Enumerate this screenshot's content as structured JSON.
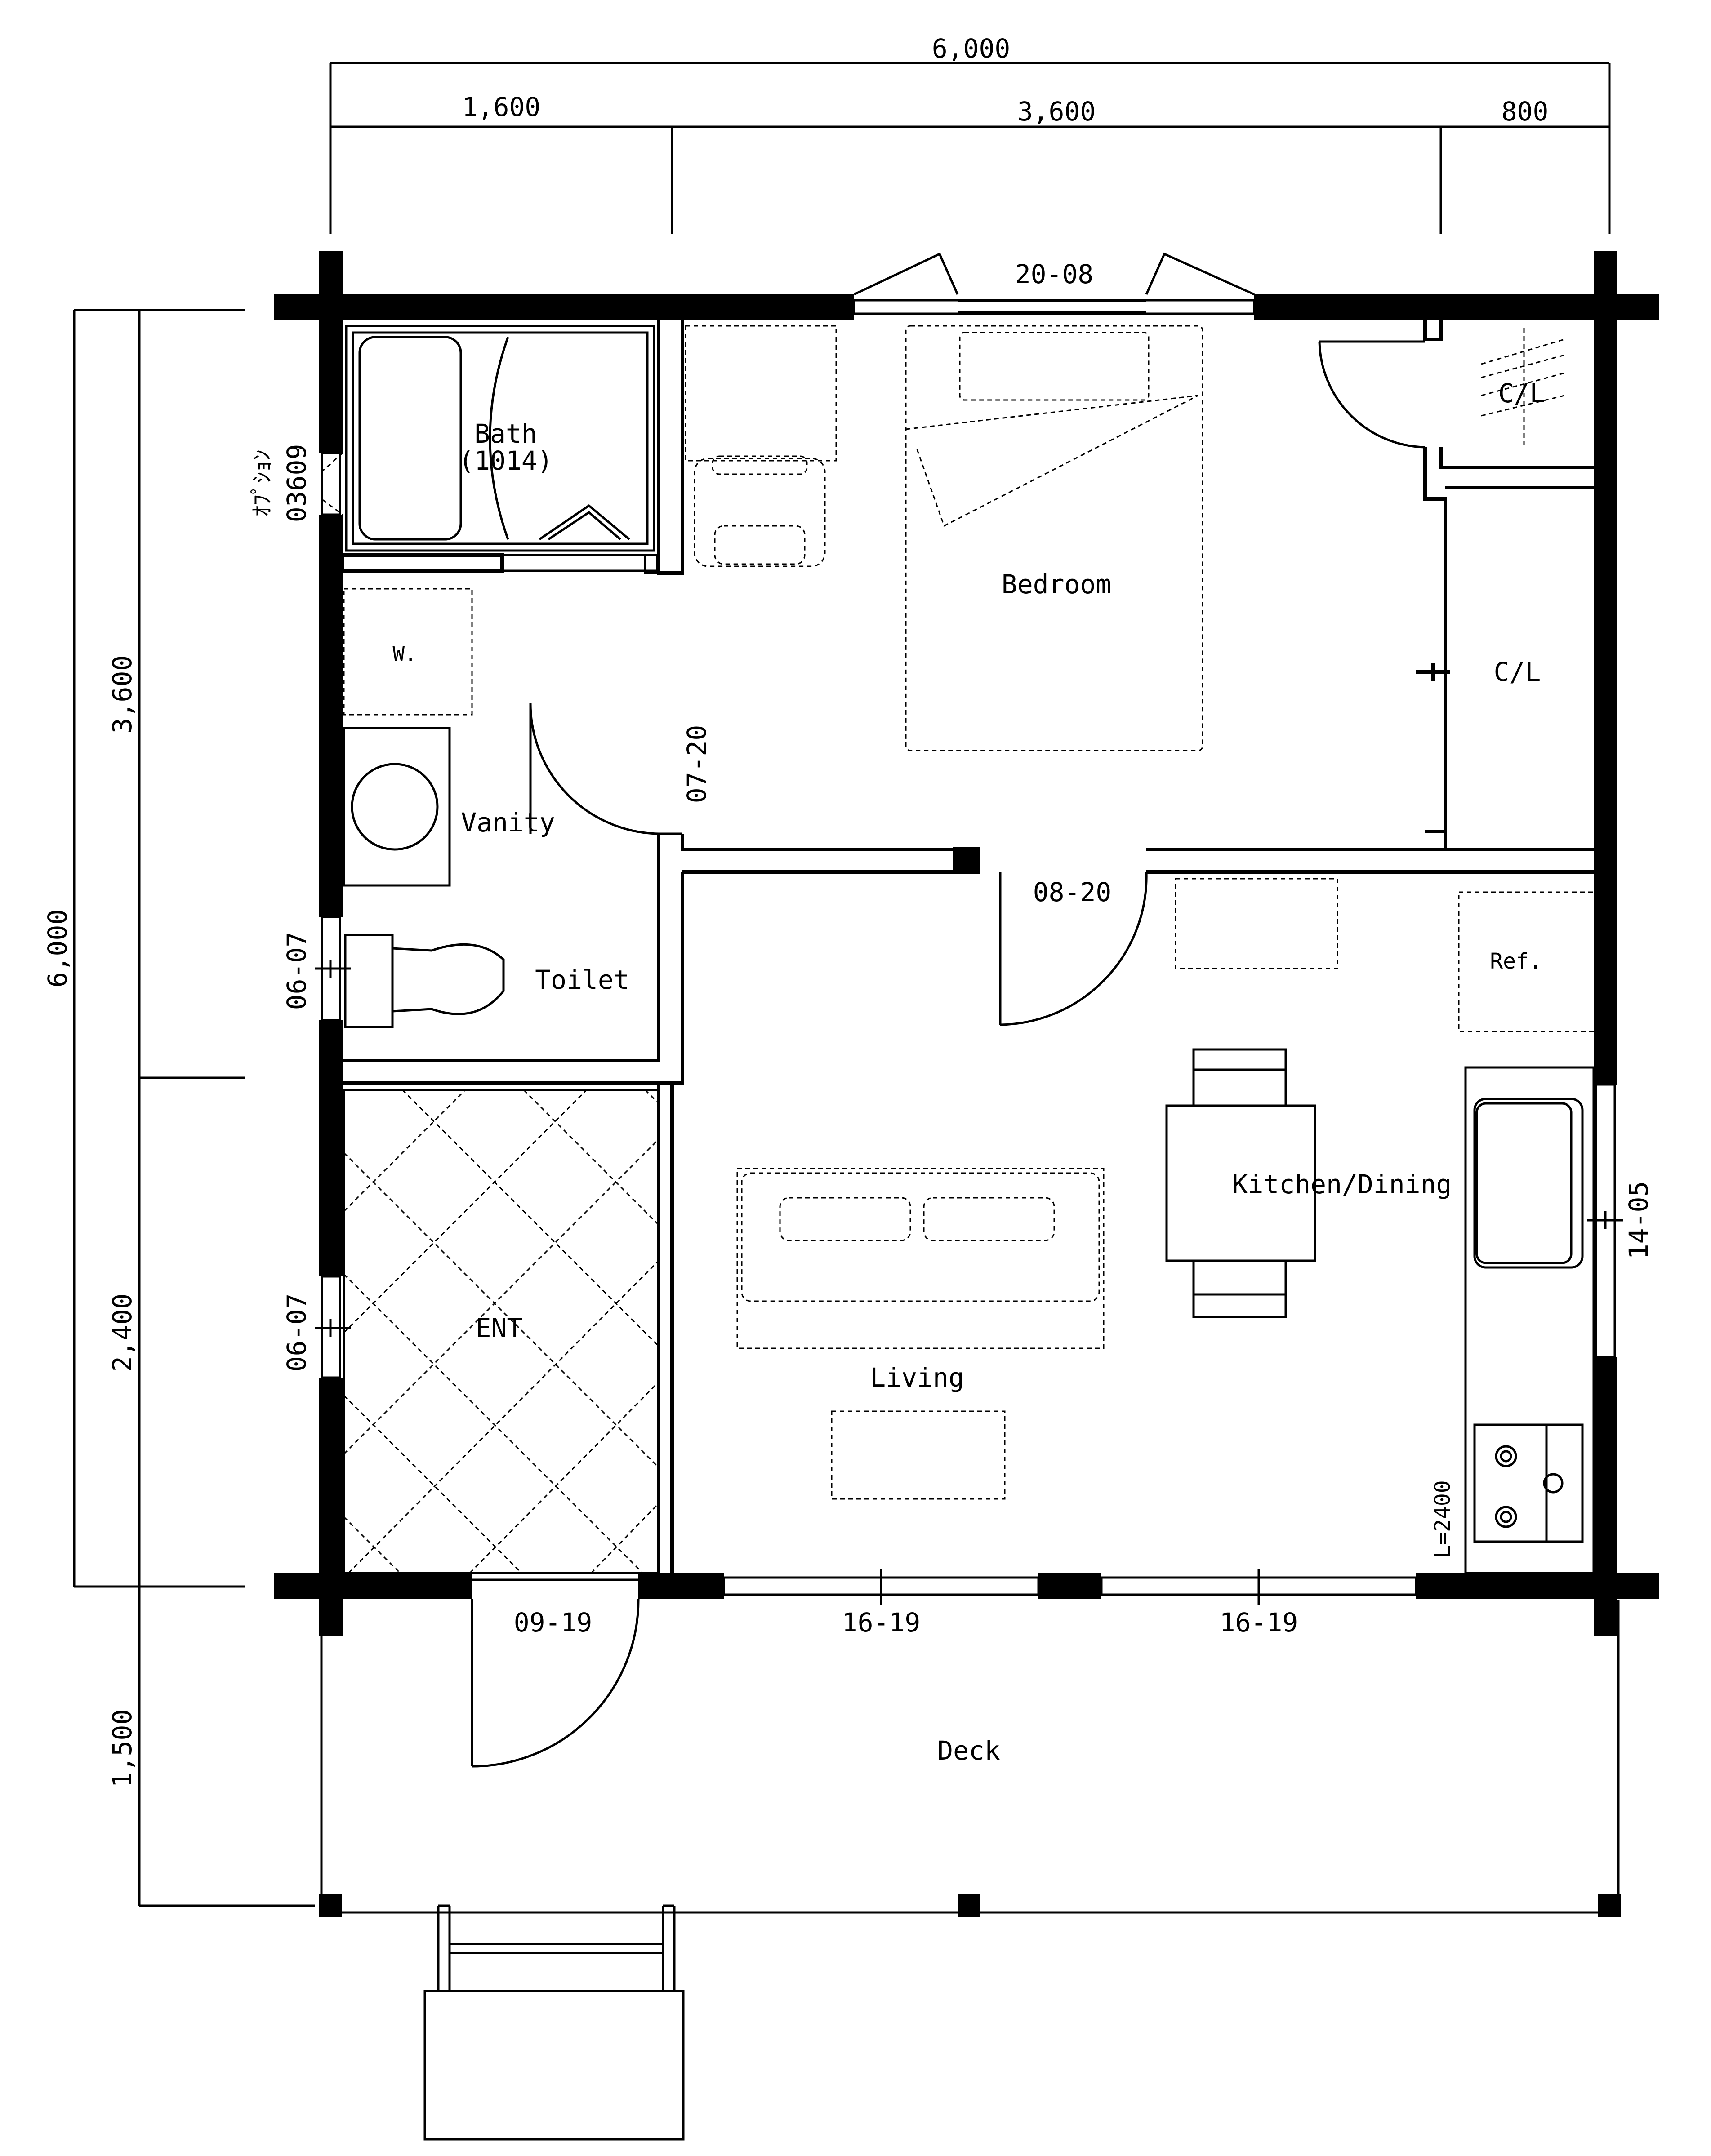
{
  "dimensions": {
    "top_total": "6,000",
    "top_bath": "1,600",
    "top_middle": "3,600",
    "top_right": "800",
    "left_total": "6,000",
    "left_upper": "3,600",
    "left_lower": "2,400",
    "left_deck": "1,500"
  },
  "rooms": {
    "bath": "Bath",
    "bath_code": "(1014)",
    "washer": "W.",
    "vanity": "Vanity",
    "toilet": "Toilet",
    "bedroom": "Bedroom",
    "closet_top": "C/L",
    "closet_mid": "C/L",
    "refrigerator": "Ref.",
    "kitchen_dining": "Kitchen/Dining",
    "living": "Living",
    "entrance": "ENT",
    "deck": "Deck"
  },
  "openings": {
    "bedroom_window": "20-08",
    "bath_window": "03609",
    "bath_window_note": "ｵﾌﾟｼｮﾝ",
    "bedroom_door": "07-20",
    "living_door": "08-20",
    "toilet_window": "06-07",
    "entrance_window": "06-07",
    "kitchen_window": "14-05",
    "counter_length": "L=2400",
    "entry_door": "09-19",
    "front_window_1": "16-19",
    "front_window_2": "16-19"
  }
}
